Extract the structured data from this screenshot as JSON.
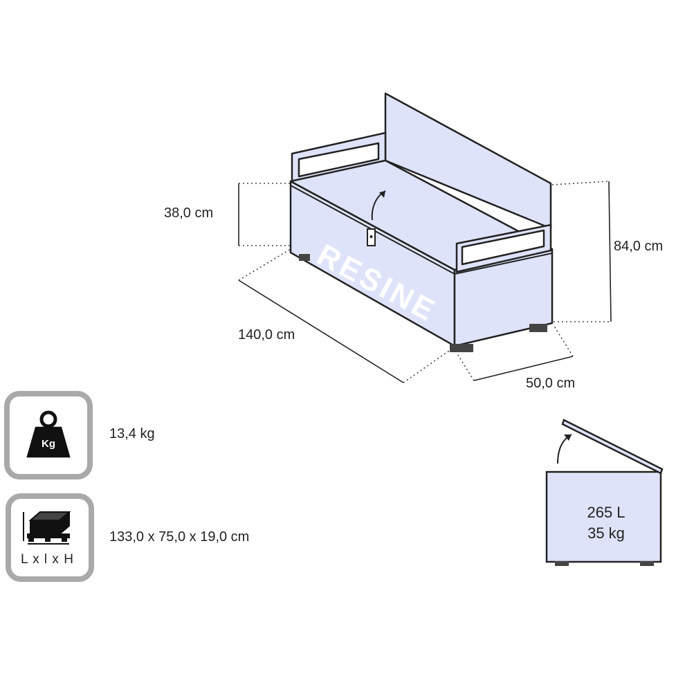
{
  "dimensions": {
    "seat_height": "38,0 cm",
    "total_height": "84,0 cm",
    "length": "140,0 cm",
    "depth": "50,0 cm"
  },
  "branding": {
    "watermark": "RESINE"
  },
  "weight": {
    "icon_label": "Kg",
    "value": "13,4 kg"
  },
  "package": {
    "icon_label": "L x l x H",
    "value": "133,0 x 75,0 x 19,0 cm"
  },
  "storage": {
    "volume": "265 L",
    "load": "35 kg"
  },
  "colors": {
    "fill": "#dfe3fa",
    "stroke": "#222222",
    "icon_border": "#a9a9a9"
  }
}
